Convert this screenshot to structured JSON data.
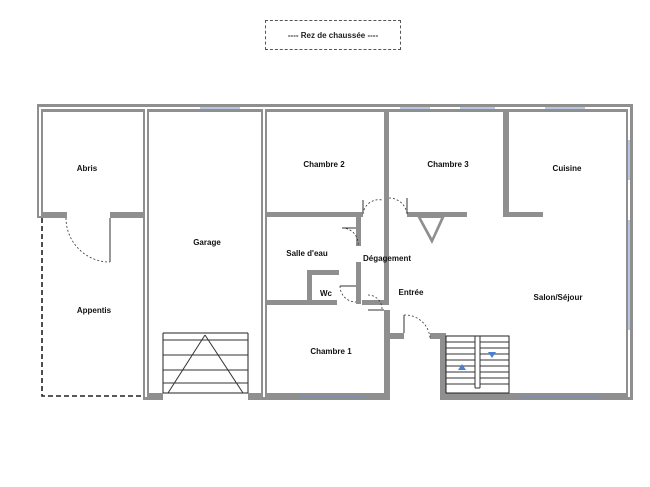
{
  "header": {
    "title": "----  Rez de chaussée  ----"
  },
  "rooms": {
    "abris": "Abris",
    "garage": "Garage",
    "chambre2": "Chambre 2",
    "chambre3": "Chambre 3",
    "cuisine": "Cuisine",
    "salle_eau": "Salle d'eau",
    "degagement": "Dégagement",
    "wc": "Wc",
    "entree": "Entrée",
    "salon": "Salon/Séjour",
    "appentis": "Appentis",
    "chambre1": "Chambre 1"
  }
}
